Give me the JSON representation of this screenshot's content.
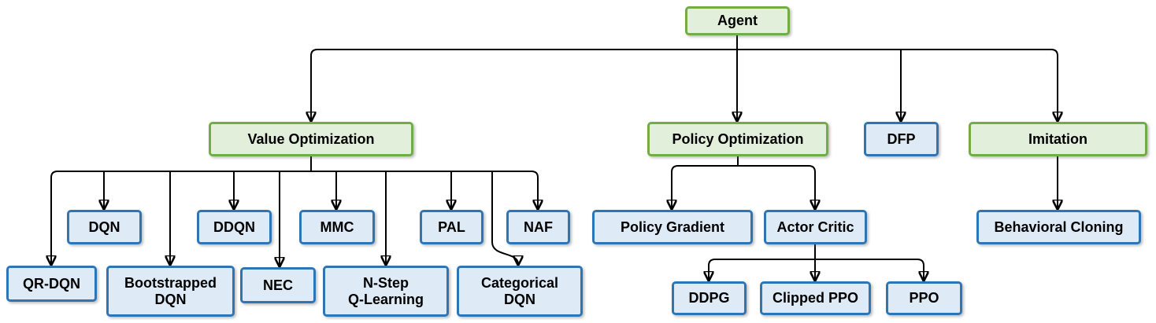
{
  "colors": {
    "category_border": "#70AD47",
    "category_fill": "#E2EFDA",
    "algorithm_border": "#2E75B6",
    "algorithm_fill": "#DEEBF7",
    "connector": "#000000",
    "text": "#000000"
  },
  "nodes": {
    "agent": {
      "label": "Agent",
      "type": "category"
    },
    "value_optimization": {
      "label": "Value Optimization",
      "type": "category"
    },
    "policy_optimization": {
      "label": "Policy Optimization",
      "type": "category"
    },
    "dfp": {
      "label": "DFP",
      "type": "algorithm"
    },
    "imitation": {
      "label": "Imitation",
      "type": "category"
    },
    "dqn": {
      "label": "DQN",
      "type": "algorithm"
    },
    "ddqn": {
      "label": "DDQN",
      "type": "algorithm"
    },
    "mmc": {
      "label": "MMC",
      "type": "algorithm"
    },
    "pal": {
      "label": "PAL",
      "type": "algorithm"
    },
    "naf": {
      "label": "NAF",
      "type": "algorithm"
    },
    "qr_dqn": {
      "label": "QR-DQN",
      "type": "algorithm"
    },
    "bootstrapped_dqn": {
      "label": "Bootstrapped\nDQN",
      "type": "algorithm"
    },
    "nec": {
      "label": "NEC",
      "type": "algorithm"
    },
    "n_step_q_learning": {
      "label": "N-Step\nQ-Learning",
      "type": "algorithm"
    },
    "categorical_dqn": {
      "label": "Categorical\nDQN",
      "type": "algorithm"
    },
    "policy_gradient": {
      "label": "Policy Gradient",
      "type": "algorithm"
    },
    "actor_critic": {
      "label": "Actor Critic",
      "type": "algorithm"
    },
    "ddpg": {
      "label": "DDPG",
      "type": "algorithm"
    },
    "clipped_ppo": {
      "label": "Clipped PPO",
      "type": "algorithm"
    },
    "ppo": {
      "label": "PPO",
      "type": "algorithm"
    },
    "behavioral_cloning": {
      "label": "Behavioral Cloning",
      "type": "algorithm"
    }
  },
  "edges": [
    {
      "from": "agent",
      "to": "value_optimization"
    },
    {
      "from": "agent",
      "to": "policy_optimization"
    },
    {
      "from": "agent",
      "to": "dfp"
    },
    {
      "from": "agent",
      "to": "imitation"
    },
    {
      "from": "value_optimization",
      "to": "dqn"
    },
    {
      "from": "value_optimization",
      "to": "ddqn"
    },
    {
      "from": "value_optimization",
      "to": "mmc"
    },
    {
      "from": "value_optimization",
      "to": "pal"
    },
    {
      "from": "value_optimization",
      "to": "naf"
    },
    {
      "from": "value_optimization",
      "to": "qr_dqn"
    },
    {
      "from": "value_optimization",
      "to": "bootstrapped_dqn"
    },
    {
      "from": "value_optimization",
      "to": "nec"
    },
    {
      "from": "value_optimization",
      "to": "n_step_q_learning"
    },
    {
      "from": "value_optimization",
      "to": "categorical_dqn"
    },
    {
      "from": "policy_optimization",
      "to": "policy_gradient"
    },
    {
      "from": "policy_optimization",
      "to": "actor_critic"
    },
    {
      "from": "actor_critic",
      "to": "ddpg"
    },
    {
      "from": "actor_critic",
      "to": "clipped_ppo"
    },
    {
      "from": "actor_critic",
      "to": "ppo"
    },
    {
      "from": "imitation",
      "to": "behavioral_cloning"
    }
  ]
}
